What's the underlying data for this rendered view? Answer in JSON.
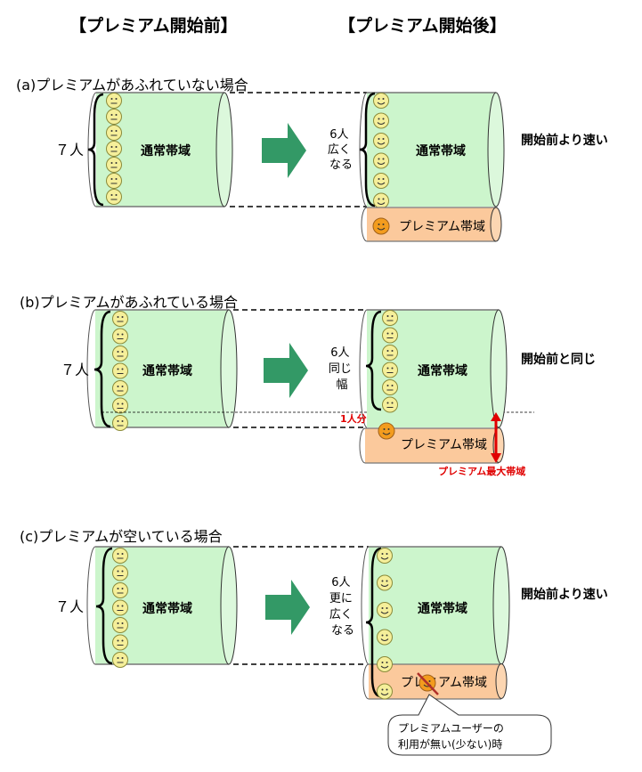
{
  "headers": {
    "before": "【プレミアム開始前】",
    "after": "【プレミアム開始後】"
  },
  "colors": {
    "normal_band": "#ccf5cc",
    "premium_band": "#fbc99c",
    "arrow": "#339966",
    "face_normal": "#f5ef9a",
    "face_premium": "#f39c1e",
    "red": "#e00000"
  },
  "icons": {
    "user_face": "smiley-face-icon",
    "premium_face": "premium-user-face-icon",
    "arrow": "right-arrow-icon",
    "brace": "curly-brace-icon",
    "cross": "cross-out-icon"
  },
  "cases": [
    {
      "title": "(a)プレミアムがあふれていない場合",
      "before_count": "７人",
      "before_users": 7,
      "band_label": "通常帯域",
      "after_note": [
        "6人",
        "広く",
        "なる"
      ],
      "after_users": 6,
      "premium_label": "プレミアム帯域",
      "result": "開始前より速い"
    },
    {
      "title": "(b)プレミアムがあふれている場合",
      "before_count": "７人",
      "before_users": 7,
      "band_label": "通常帯域",
      "after_note": [
        "6人",
        "同じ",
        "幅"
      ],
      "after_users": 6,
      "premium_label": "プレミアム帯域",
      "result": "開始前と同じ",
      "one_person_label": "1人分",
      "premium_max_label": "プレミアム最大帯域"
    },
    {
      "title": "(c)プレミアムが空いている場合",
      "before_count": "７人",
      "before_users": 7,
      "band_label": "通常帯域",
      "after_note": [
        "6人",
        "更に",
        "広く",
        "なる"
      ],
      "after_users": 6,
      "premium_label": "プレミアム帯域",
      "result": "開始前より速い",
      "callout": [
        "プレミアムユーザーの",
        "利用が無い(少ない)時"
      ]
    }
  ]
}
